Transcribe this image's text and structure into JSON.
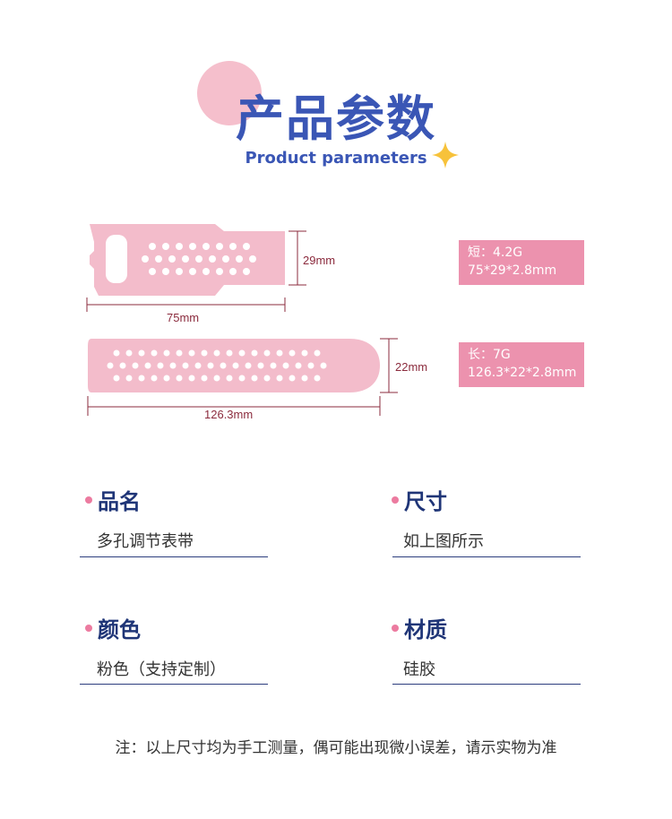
{
  "header": {
    "title_cn": "产品参数",
    "title_en": "Product parameters"
  },
  "short_strap": {
    "width_label": "29mm",
    "length_label": "75mm",
    "spec_line1": "短：4.2G",
    "spec_line2": "75*29*2.8mm"
  },
  "long_strap": {
    "width_label": "22mm",
    "length_label": "126.3mm",
    "spec_line1": "长：7G",
    "spec_line2": "126.3*22*2.8mm"
  },
  "fields": {
    "name_title": "品名",
    "name_value": "多孔调节表带",
    "size_title": "尺寸",
    "size_value": "如上图所示",
    "color_title": "颜色",
    "color_value": "粉色（支持定制）",
    "material_title": "材质",
    "material_value": "硅胶"
  },
  "note": "注：以上尺寸均为手工测量，偶可能出现微小误差，请示实物为准",
  "colors": {
    "accent_blue": "#3a56b5",
    "strap_pink": "#f3bccb",
    "spec_box_pink": "#ec92ae",
    "star_yellow": "#f7c23a",
    "circle_pink": "#f5bfcc"
  }
}
